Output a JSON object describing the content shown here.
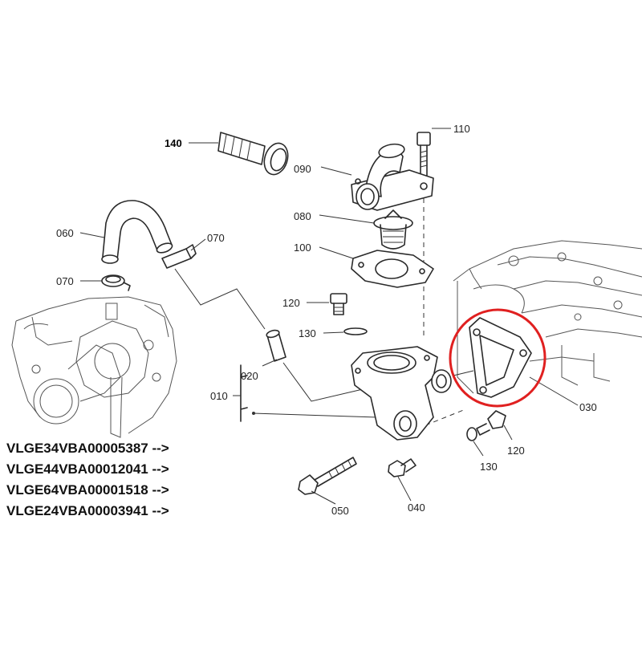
{
  "parts": {
    "p140": "140",
    "p110": "110",
    "p090": "090",
    "p080": "080",
    "p100": "100",
    "p060": "060",
    "p070a": "070",
    "p070b": "070",
    "p120a": "120",
    "p130a": "130",
    "p020": "020",
    "p010": "010",
    "p030": "030",
    "p120b": "120",
    "p130b": "130",
    "p050": "050",
    "p040": "040"
  },
  "serials": [
    "VLGE34VBA00005387 -->",
    "VLGE44VBA00012041 -->",
    "VLGE64VBA00001518 -->",
    "VLGE24VBA00003941 -->"
  ],
  "colors": {
    "highlight": "#e02020",
    "ink": "#2a2a2a"
  },
  "highlight_target": "030"
}
